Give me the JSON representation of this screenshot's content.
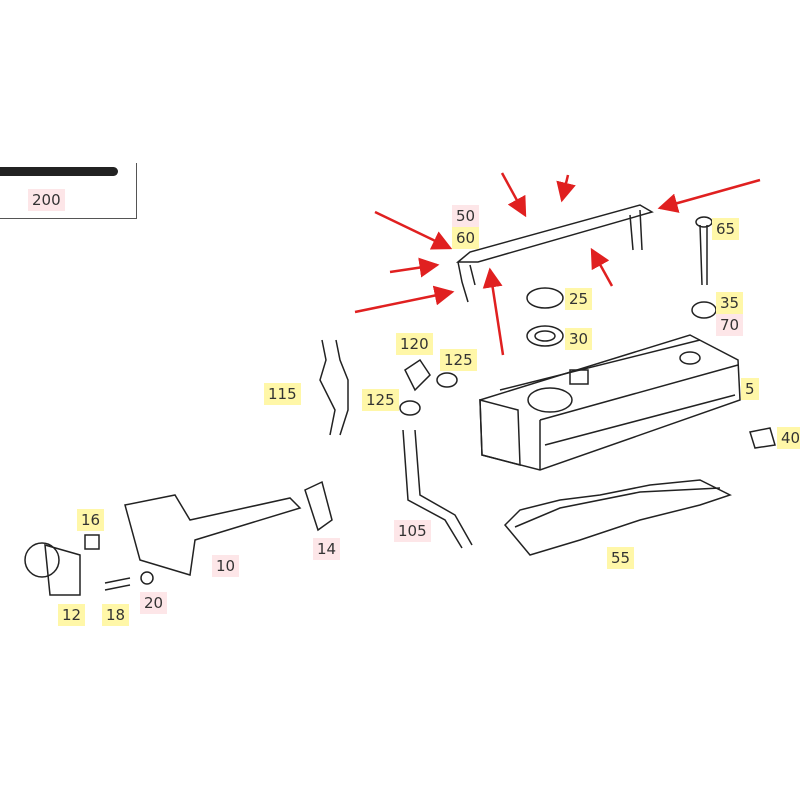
{
  "legend": {
    "part": "200"
  },
  "labels": [
    {
      "text": "50",
      "color": "pink"
    },
    {
      "text": "60",
      "color": "yellow"
    },
    {
      "text": "65",
      "color": "yellow"
    },
    {
      "text": "25",
      "color": "yellow"
    },
    {
      "text": "35",
      "color": "yellow"
    },
    {
      "text": "70",
      "color": "pink"
    },
    {
      "text": "30",
      "color": "yellow"
    },
    {
      "text": "120",
      "color": "yellow"
    },
    {
      "text": "125",
      "color": "yellow"
    },
    {
      "text": "115",
      "color": "yellow"
    },
    {
      "text": "125",
      "color": "yellow"
    },
    {
      "text": "5",
      "color": "yellow"
    },
    {
      "text": "40",
      "color": "yellow"
    },
    {
      "text": "105",
      "color": "pink"
    },
    {
      "text": "55",
      "color": "yellow"
    },
    {
      "text": "14",
      "color": "pink"
    },
    {
      "text": "16",
      "color": "yellow"
    },
    {
      "text": "10",
      "color": "pink"
    },
    {
      "text": "12",
      "color": "yellow"
    },
    {
      "text": "18",
      "color": "yellow"
    },
    {
      "text": "20",
      "color": "pink"
    }
  ],
  "colors": {
    "yellow": "#fff7a8",
    "pink": "#fde6e8",
    "arrow": "#e02020"
  }
}
